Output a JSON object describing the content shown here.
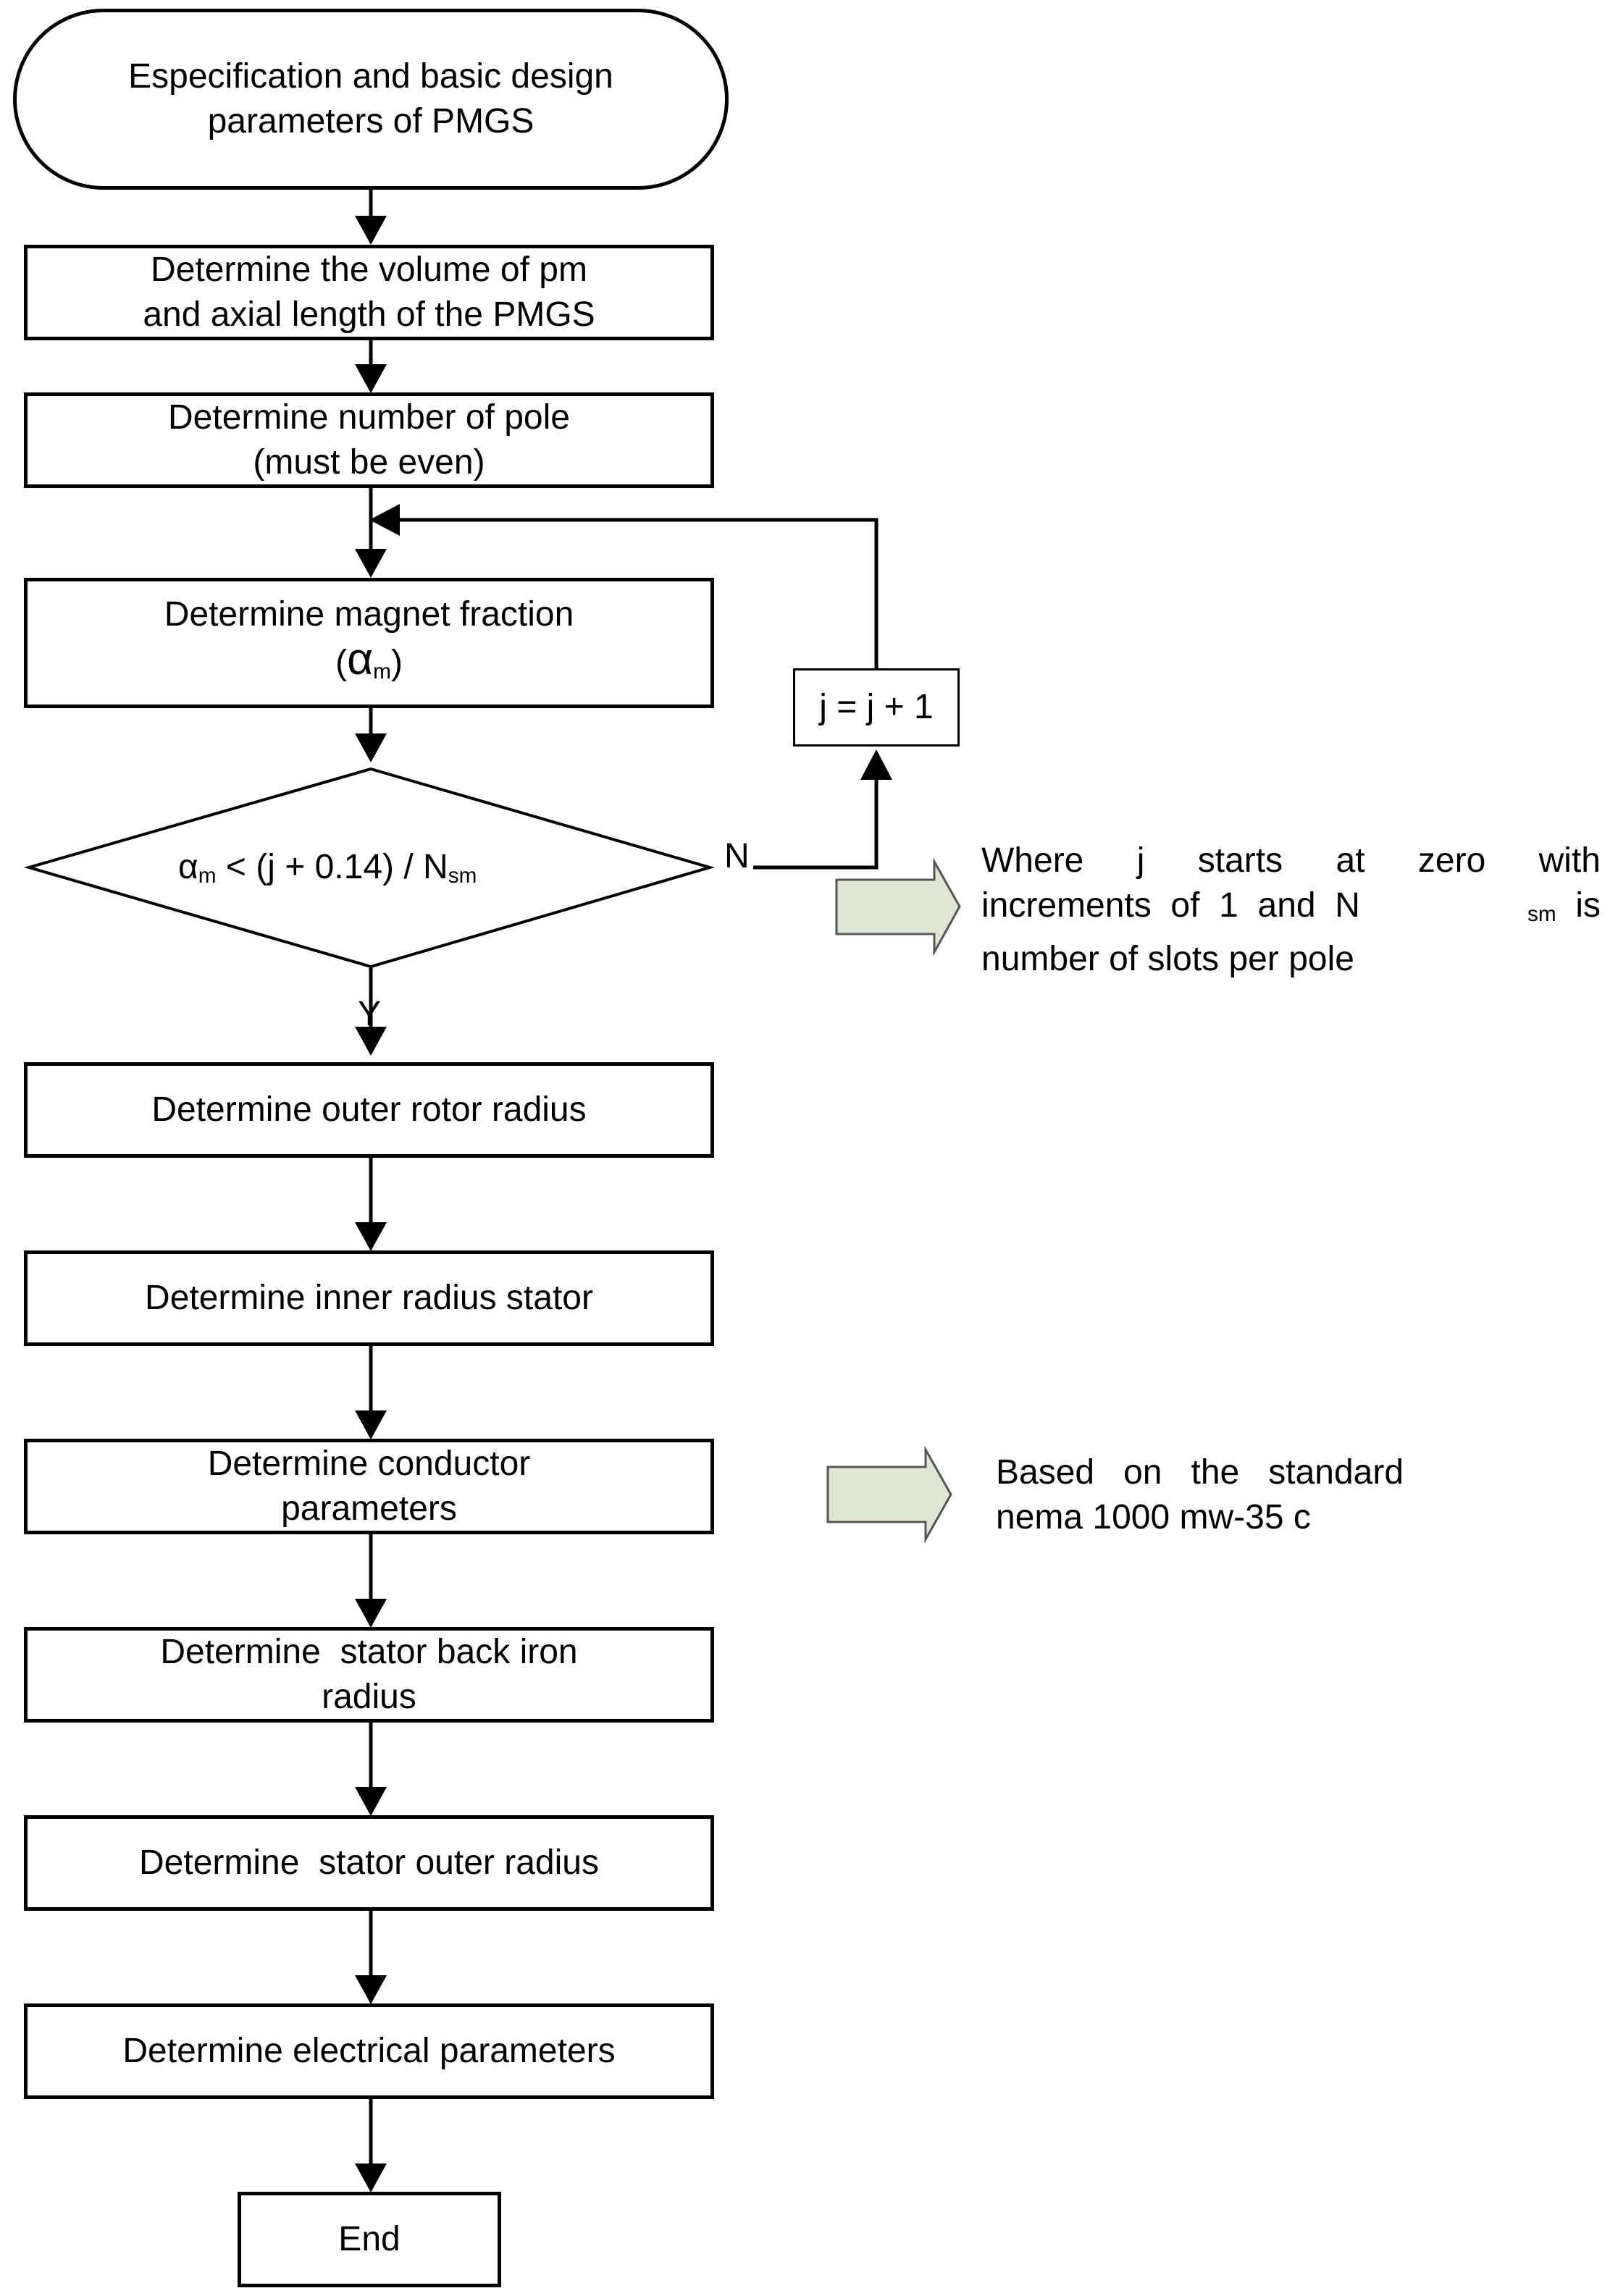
{
  "start": {
    "line1": "Especification and basic design",
    "line2": "parameters of PMGS"
  },
  "steps": {
    "volume": {
      "line1": "Determine the volume of pm",
      "line2": "and axial length of the PMGS"
    },
    "poles": {
      "line1": "Determine number of pole",
      "line2": "(must be even)"
    },
    "magnet": {
      "line1": "Determine magnet fraction",
      "alpha": "α",
      "alpha_sub": "m"
    },
    "outer_rotor": {
      "label": "Determine outer rotor radius"
    },
    "inner_stator": {
      "label": "Determine inner radius stator"
    },
    "conductor": {
      "line1": "Determine conductor",
      "line2": "parameters"
    },
    "back_iron": {
      "line1": "Determine  stator back iron",
      "line2": "radius"
    },
    "stator_outer": {
      "label": "Determine  stator outer radius"
    },
    "electrical": {
      "label": "Determine electrical parameters"
    }
  },
  "decision": {
    "alpha": "α",
    "alpha_sub": "m",
    "rest": " < (j + 0.14) / N",
    "n_sub": "sm",
    "no_label": "N",
    "yes_label": "Y"
  },
  "increment": {
    "label": "j = j + 1"
  },
  "end": {
    "label": "End"
  },
  "notes": {
    "loop_note": {
      "line1": "Where  j  starts  at  zero  with",
      "line2_a": "increments  of  1  and  N",
      "line2_sub": "sm",
      "line2_b": "  is",
      "line3": "number of slots per pole"
    },
    "conductor_note": {
      "line1": "Based   on   the   standard",
      "line2": "nema 1000 mw-35 c"
    }
  },
  "colors": {
    "line": "#000000",
    "note_arrow_fill": "#dfe6d3",
    "note_arrow_stroke": "#555555"
  }
}
